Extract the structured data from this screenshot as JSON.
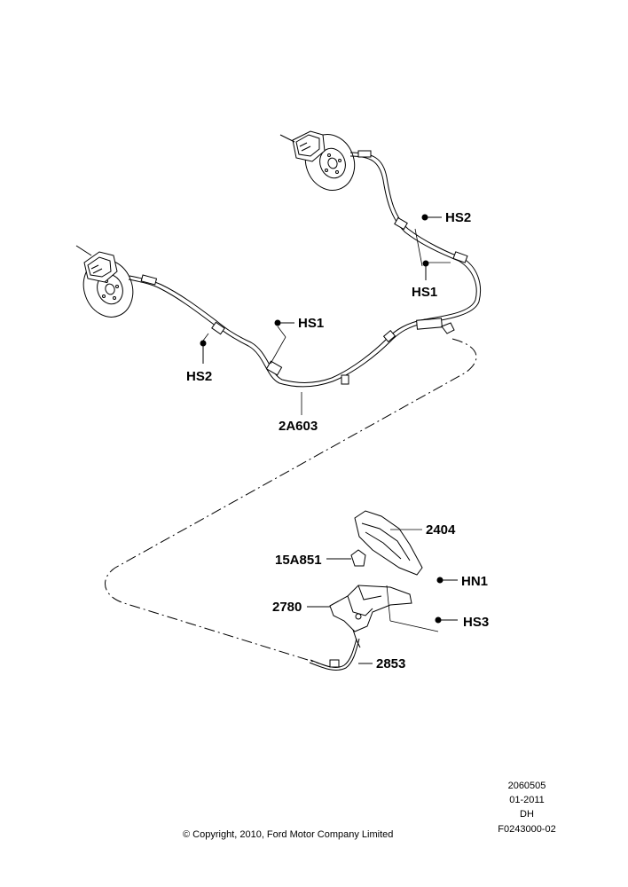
{
  "labels": {
    "hs2_upper": "HS2",
    "hs1_right": "HS1",
    "hs1_mid": "HS1",
    "hs2_left": "HS2",
    "cable": "2A603",
    "cover": "2404",
    "bracket": "15A851",
    "nut": "HN1",
    "lever": "2780",
    "screw": "HS3",
    "front_cable": "2853"
  },
  "footer": {
    "code1": "2060505",
    "date": "01-2011",
    "initials": "DH",
    "figure": "F0243000-02",
    "copyright": "© Copyright, 2010, Ford Motor Company Limited"
  }
}
